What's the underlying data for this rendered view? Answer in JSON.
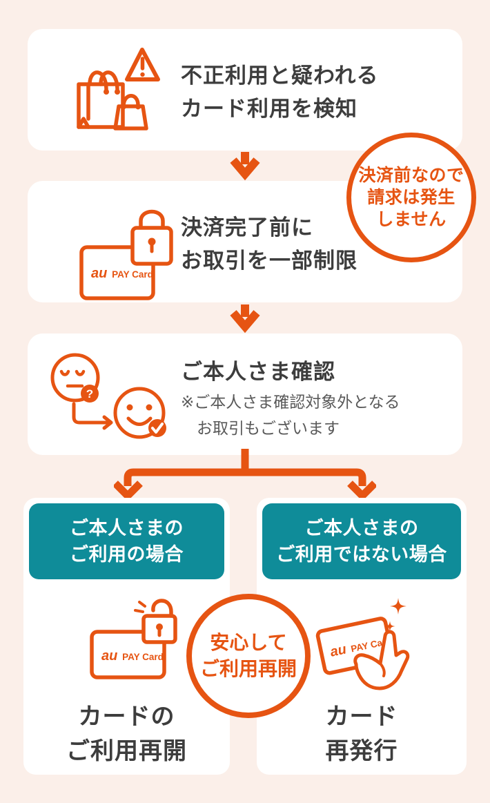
{
  "colors": {
    "background": "#FBEFE9",
    "card_background": "#FFFFFF",
    "accent_orange": "#E65412",
    "accent_teal": "#0F8C99",
    "text_dark": "#3D3D3D",
    "text_note": "#595959"
  },
  "logo": {
    "au": "au",
    "pay_card": "PAY Card"
  },
  "steps": {
    "step1": {
      "line1": "不正利用と疑われる",
      "line2": "カード利用を検知"
    },
    "step2": {
      "line1": "決済完了前に",
      "line2": "お取引を一部制限"
    },
    "step3": {
      "title": "ご本人さま確認",
      "note1": "※ご本人さま確認対象外となる",
      "note2": "お取引もございます"
    }
  },
  "badges": {
    "no_charge": {
      "line1": "決済前なので",
      "line2": "請求は発生",
      "line3": "しません"
    },
    "safe_resume": {
      "line1": "安心して",
      "line2": "ご利用再開"
    }
  },
  "branches": {
    "left": {
      "header1": "ご本人さまの",
      "header2": "ご利用の場合",
      "result1": "カードの",
      "result2": "ご利用再開"
    },
    "right": {
      "header1": "ご本人さまの",
      "header2": "ご利用ではない場合",
      "result1": "カード",
      "result2": "再発行"
    }
  }
}
